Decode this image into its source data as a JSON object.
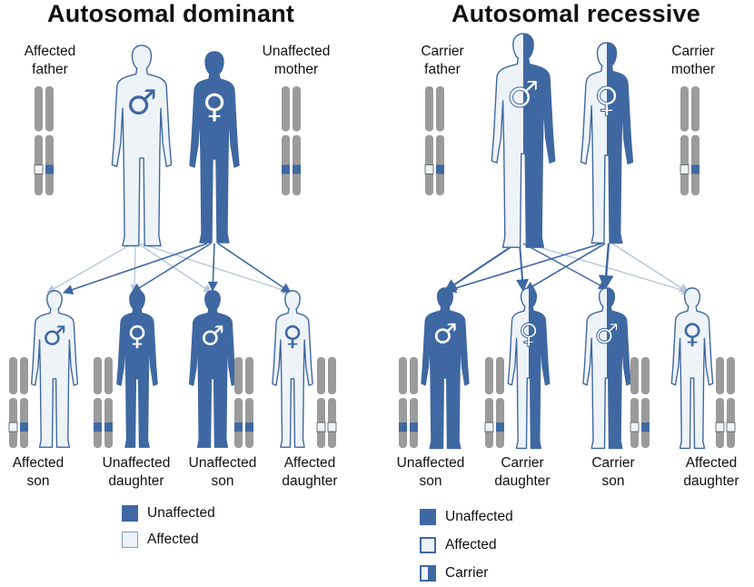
{
  "colors": {
    "affected_fill": "#eef3f8",
    "unaffected_fill": "#3f68a2",
    "outline": "#3f68a2",
    "chromosome": "#9b9b9b",
    "arrow_light": "#b8c8dc",
    "arrow_dark": "#3f68a2"
  },
  "dominant": {
    "title": "Autosomal dominant",
    "father": {
      "line1": "Affected",
      "line2": "father",
      "symbol": "♂",
      "fill": "affected"
    },
    "mother": {
      "line1": "Unaffected",
      "line2": "mother",
      "symbol": "♀",
      "fill": "unaffected"
    },
    "children": [
      {
        "line1": "Affected",
        "line2": "son",
        "symbol": "♂",
        "fill": "affected"
      },
      {
        "line1": "Unaffected",
        "line2": "daughter",
        "symbol": "♀",
        "fill": "unaffected"
      },
      {
        "line1": "Unaffected",
        "line2": "son",
        "symbol": "♂",
        "fill": "unaffected"
      },
      {
        "line1": "Affected",
        "line2": "daughter",
        "symbol": "♀",
        "fill": "affected"
      }
    ],
    "legend": [
      {
        "label": "Unaffected",
        "kind": "unaffected"
      },
      {
        "label": "Affected",
        "kind": "affected"
      }
    ]
  },
  "recessive": {
    "title": "Autosomal recessive",
    "father": {
      "line1": "Carrier",
      "line2": "father",
      "symbol": "♂",
      "fill": "carrier"
    },
    "mother": {
      "line1": "Carrier",
      "line2": "mother",
      "symbol": "♀",
      "fill": "carrier"
    },
    "children": [
      {
        "line1": "Unaffected",
        "line2": "son",
        "symbol": "♂",
        "fill": "unaffected"
      },
      {
        "line1": "Carrier",
        "line2": "daughter",
        "symbol": "♀",
        "fill": "carrier"
      },
      {
        "line1": "Carrier",
        "line2": "son",
        "symbol": "♂",
        "fill": "carrier"
      },
      {
        "line1": "Affected",
        "line2": "daughter",
        "symbol": "♀",
        "fill": "affected"
      }
    ],
    "legend": [
      {
        "label": "Unaffected",
        "kind": "unaffected"
      },
      {
        "label": "Affected",
        "kind": "affected"
      },
      {
        "label": "Carrier",
        "kind": "carrier"
      }
    ]
  }
}
